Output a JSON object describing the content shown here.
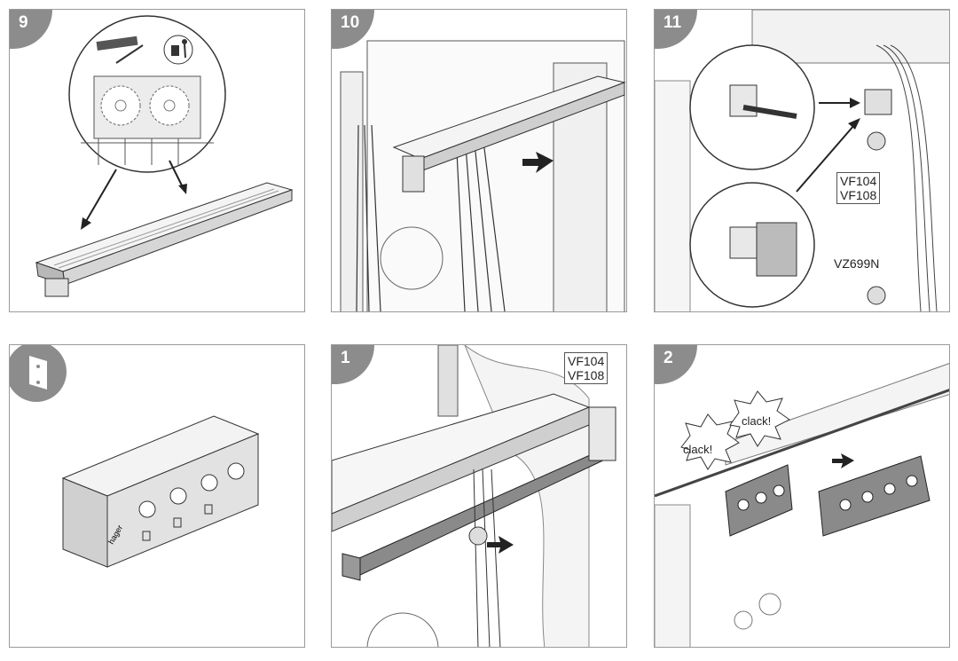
{
  "steps": [
    {
      "number": "9"
    },
    {
      "number": "10"
    },
    {
      "number": "11",
      "labels": {
        "model_a": "VF104",
        "model_b": "VF108",
        "part": "VZ699N"
      }
    },
    {
      "number": ""
    },
    {
      "number": "1",
      "labels": {
        "model_a": "VF104",
        "model_b": "VF108"
      }
    },
    {
      "number": "2",
      "callouts": [
        "clack!",
        "clack!"
      ]
    }
  ],
  "colors": {
    "badge": "#8c8c8c",
    "line": "#333333",
    "fill_light": "#f2f2f2",
    "fill_mid": "#cfcfcf",
    "fill_dark": "#7a7a7a"
  },
  "icons": [
    "cutting-tool-icon",
    "trash-bin-icon",
    "wall-mount-icon"
  ],
  "product_mark": "hager"
}
